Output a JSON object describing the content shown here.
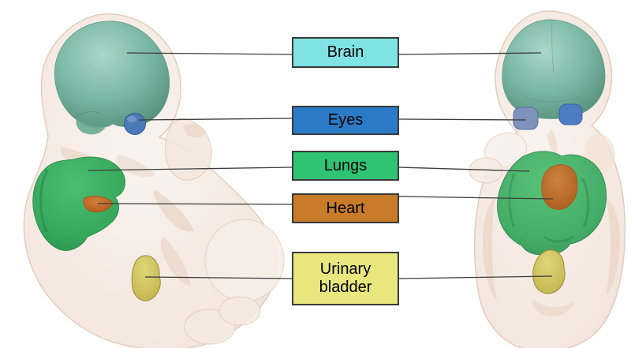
{
  "diagram": {
    "background_color": "#ffffff",
    "description_labels": [
      {
        "id": "brain",
        "text": "Brain",
        "box_fill": "#7fe3e3"
      },
      {
        "id": "eyes",
        "text": "Eyes",
        "box_fill": "#2b7bc8"
      },
      {
        "id": "lungs",
        "text": "Lungs",
        "box_fill": "#2ec474"
      },
      {
        "id": "heart",
        "text": "Heart",
        "box_fill": "#c87b28"
      },
      {
        "id": "urinary_bladder",
        "text": "Urinary bladder",
        "box_fill": "#e7e77d"
      }
    ],
    "label_border_color": "#3a3a3a",
    "leader_line_color": "#3c3c3c",
    "organ_render_colors": {
      "body": "#f5eae2",
      "brain": "#7ab6a4",
      "eyes": "#4a7ab8",
      "lungs": "#35a85c",
      "heart": "#c06522",
      "urinary_bladder": "#d5c966"
    }
  }
}
